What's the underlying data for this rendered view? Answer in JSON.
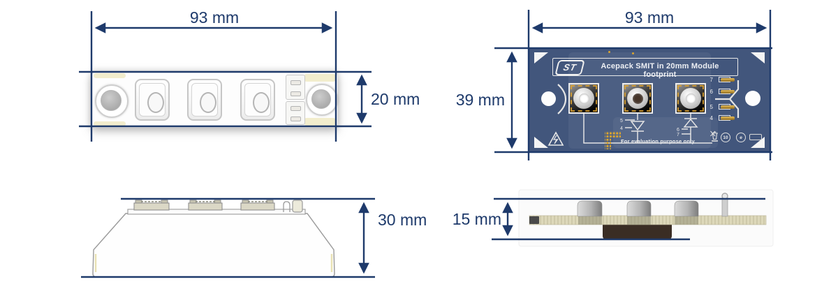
{
  "palette": {
    "dimension_color": "#1e3a6b",
    "board_blue": "#42567c",
    "silkscreen_white": "#ededed",
    "gold": "#d9a430"
  },
  "module_top_view": {
    "width_dim": "93 mm",
    "height_dim": "20 mm"
  },
  "board_top_view": {
    "width_dim": "93 mm",
    "height_dim": "39 mm",
    "logo_text": "ST",
    "title": "Acepack SMIT in 20mm Module footprint",
    "eval_text": "For evaluation purpose only",
    "pin_rows": [
      {
        "label": "7"
      },
      {
        "label": "6"
      },
      {
        "label": "5"
      },
      {
        "label": "4"
      }
    ],
    "gate_mid_top": "5",
    "gate_mid_bottom": "4",
    "gate_right_top": "6",
    "gate_right_bottom": "7",
    "badge_10": "10",
    "badge_e": "e"
  },
  "module_side_view": {
    "height_dim": "30 mm"
  },
  "board_side_view": {
    "height_dim": "15 mm"
  }
}
